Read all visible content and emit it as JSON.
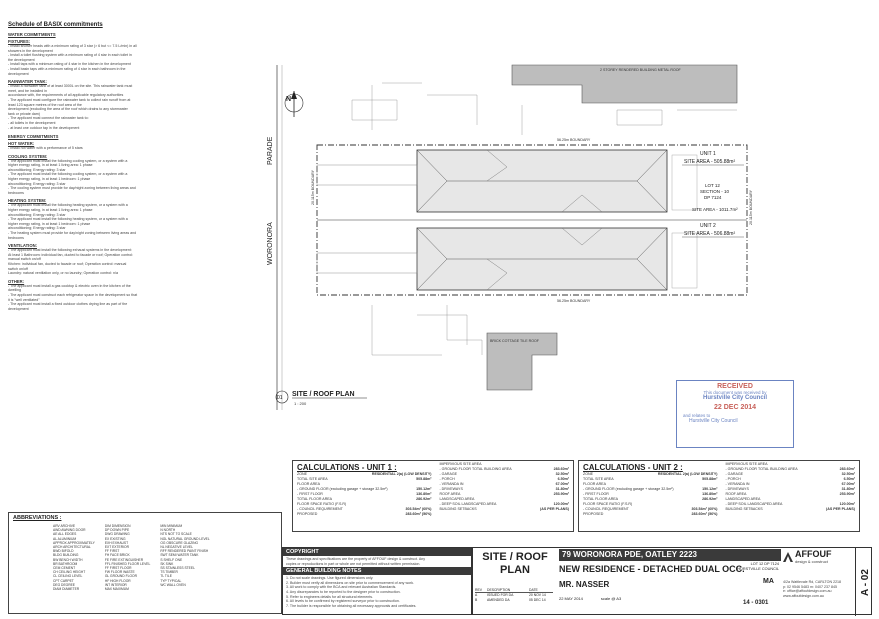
{
  "basix": {
    "title": "Schedule of BASIX commitments",
    "water_heading": "WATER COMMITMENTS",
    "fixtures_heading": "FIXTURES:",
    "fixtures_lines": [
      "- Install shower heads with a minimum rating of 3 star (> 6 but <= 7.5 L/min) in all",
      "  showers in the development",
      "- Install a toilet flushing system with a minimum rating of 4 star in each toilet in",
      "  the development",
      "- Install taps with a minimum rating of 4 star in the kitchen in the development",
      "- Install basin taps with a minimum rating of 4 star in each bathroom in the",
      "  development"
    ],
    "rainwater_heading": "RAINWATER TANK:",
    "rainwater_lines": [
      "- Install a rainwater tank of at least 3000L on the site. This rainwater tank must",
      "  meet, and be installed in",
      "  accordance with, the requirements of all applicable regulatory authorities",
      "- The applicant must configure the rainwater tank to collect rain runoff from at",
      "  least 123 square metres of the roof area of the",
      "  development (excluding the area of the roof which drains to any stormwater",
      "  tank or private dam)",
      "- The applicant must connect the rainwater tank to:",
      "  - all toilets in the development",
      "  - at least one outdoor tap in the development"
    ],
    "energy_heading": "ENERGY COMMITMENTS",
    "hot_water_heading": "HOT WATER:",
    "hot_water_lines": [
      "- Install hot water with a performance of 5 stars"
    ],
    "cooling_heading": "COOLING SYSTEM:",
    "cooling_lines": [
      "- The applicant must install the following cooling system, or a system with a",
      "  higher energy rating, in at least 1 living area: 1 phase",
      "  airconditioning; Energy rating: 3 star",
      "- The applicant must install the following cooling system, or a system with a",
      "  higher energy rating, in at least 1 bedroom: 1 phase",
      "  airconditioning; Energy rating: 3 star",
      "- The cooling system must provide for day/night zoning between living areas and",
      "  bedrooms"
    ],
    "heating_heading": "HEATING SYSTEM:",
    "heating_lines": [
      "- The applicant must install the following heating system, or a system with a",
      "  higher energy rating, in at least 1 living area: 1 phase",
      "  airconditioning; Energy rating: 3 star",
      "- The applicant must install the following heating system, or a system with a",
      "  higher energy rating, in at least 1 bedroom: 1 phase",
      "  airconditioning; Energy rating: 3 star",
      "- The heating system must provide for day/night zoning between living areas and",
      "  bedrooms"
    ],
    "ventilation_heading": "VENTILATION:",
    "ventilation_lines": [
      "- The applicant must install the following exhaust systems in the development:",
      "  At least 1 Bathroom: individual fan, ducted to facade or roof; Operation control:",
      "  manual switch on/off",
      "  Kitchen: individual fan, ducted to facade or roof; Operation control: manual",
      "  switch on/off",
      "  Laundry: natural ventilation only, or no laundry; Operation control: n/a"
    ],
    "other_heading": "OTHER:",
    "other_lines": [
      "- The applicant must install a gas cooktop & electric oven in the kitchen of the",
      "  dwelling",
      "- The applicant must construct each refrigerator space in the development so that",
      "  it is \"well ventilated\"",
      "- The applicant must install a fixed outdoor clothes drying line as part of the",
      "  development"
    ]
  },
  "plan": {
    "street_parade": "PARADE",
    "street_woronora": "WORONORA",
    "north_label": "N",
    "neighbour_top": "2 STOREY RENDERED BUILDING METAL ROOF",
    "neighbour_bottom": "BRICK COTTAGE TILE ROOF",
    "boundary_top": "56.25m BOUNDARY",
    "boundary_bottom": "56.25m BOUNDARY",
    "boundary_right": "20.115m BOUNDARY",
    "boundary_left": "20.115m BOUNDARY",
    "unit1_label": "UNIT 1",
    "unit1_area": "SITE AREA - 505.88m²",
    "unit2_label": "UNIT 2",
    "unit2_area": "SITE AREA - 506.88m²",
    "lot_info": [
      "LOT 12",
      "SECTION - 10",
      "DP 7124"
    ],
    "site_area_total": "SITE AREA - 1011.7m²",
    "title": "SITE / ROOF PLAN",
    "scale": "1 : 200",
    "detail_no": "01"
  },
  "stamp": {
    "line1": "RECEIVED",
    "line2": "This document was received by",
    "line3": "Hurstville City Council",
    "date": "22 DEC 2014",
    "line5": "and relates to",
    "line6": "Hurstville City Council"
  },
  "calc1": {
    "title": "CALCULATIONS - UNIT 1 :",
    "left_rows": [
      [
        "ZONE",
        "RESIDENTIAL 2(a) (LOW DENSITY)"
      ],
      [
        "TOTAL SITE AREA",
        "505.88m²"
      ],
      [
        "FLOOR AREA",
        ""
      ],
      [
        "- GROUND FLOOR (excluding garage + storage 32.5m²)",
        "150.12m²"
      ],
      [
        "- FIRST FLOOR",
        "136.80m²"
      ],
      [
        "TOTAL FLOOR AREA",
        "286.92m²"
      ],
      [
        "FLOOR SPACE RATIO (F.S.R)",
        ""
      ],
      [
        "- COUNCIL REQUIREMENT",
        "303.54m² (60%)"
      ],
      [
        "PROPOSED",
        "283.60m² (56%)"
      ]
    ],
    "right_rows": [
      [
        "IMPERVIOUS SITE AREA",
        ""
      ],
      [
        "- GROUND FLOOR TOTAL BUILDING AREA",
        "283.60m²"
      ],
      [
        "- GARAGE",
        "32.50m²"
      ],
      [
        "- PORCH",
        "6.50m²"
      ],
      [
        "- VERANDA IN",
        "67.00m²"
      ],
      [
        "- DRIVEWAYS",
        "31.80m²"
      ],
      [
        "ROOF AREA",
        "253.90m²"
      ],
      [
        "LANDSCAPED AREA",
        ""
      ],
      [
        "- DEEP SOIL LANDSCAPED AREA",
        "120.00m²"
      ],
      [
        "BUILDING SETBACKS",
        "(AS PER PLANS)"
      ]
    ]
  },
  "calc2": {
    "title": "CALCULATIONS - UNIT 2 :",
    "left_rows": [
      [
        "ZONE",
        "RESIDENTIAL 2(a) (LOW DENSITY)"
      ],
      [
        "TOTAL SITE AREA",
        "505.88m²"
      ],
      [
        "FLOOR AREA",
        ""
      ],
      [
        "- GROUND FLOOR (excluding garage + storage 32.5m²)",
        "150.12m²"
      ],
      [
        "- FIRST FLOOR",
        "136.80m²"
      ],
      [
        "TOTAL FLOOR AREA",
        "286.92m²"
      ],
      [
        "FLOOR SPACE RATIO (F.S.R)",
        ""
      ],
      [
        "- COUNCIL REQUIREMENT",
        "303.54m² (60%)"
      ],
      [
        "PROPOSED",
        "283.60m² (56%)"
      ]
    ],
    "right_rows": [
      [
        "IMPERVIOUS SITE AREA",
        ""
      ],
      [
        "- GROUND FLOOR TOTAL BUILDING AREA",
        "283.60m²"
      ],
      [
        "- GARAGE",
        "32.50m²"
      ],
      [
        "- PORCH",
        "6.50m²"
      ],
      [
        "- VERANDA IN",
        "67.00m²"
      ],
      [
        "- DRIVEWAYS",
        "31.80m²"
      ],
      [
        "ROOF AREA",
        "253.90m²"
      ],
      [
        "LANDSCAPED AREA",
        ""
      ],
      [
        "- DEEP SOIL LANDSCAPED AREA",
        "120.00m²"
      ],
      [
        "BUILDING SETBACKS",
        "(AS PER PLANS)"
      ]
    ]
  },
  "abbreviations": {
    "title": "ABBREVIATIONS :",
    "col1": [
      "ARV  ARCHIVE",
      "AWD  AWNING DOOR",
      "AE   ALL EDGES",
      "AL   ALUMINIUM",
      "APPROX APPROXIMATELY",
      "ARCH ARCHITECTURAL",
      "BWD  BIFOLD",
      "BLDG BUILDING",
      "BW   BENCH WIDTH",
      "BR   BATHROOM",
      "CEM  CEMENT",
      "CH   CEILING HEIGHT",
      "CL   CEILING LEVEL",
      "CPT  CARPET",
      "DEG  DEGREE",
      "DIAM DIAMETER"
    ],
    "col2": [
      "DIM  DIMENSION",
      "DP   DOWN PIPE",
      "DWG  DRAWING",
      "EX   EXISTING",
      "EXH  EXHAUST",
      "EXT  EXTERIOR",
      "FF   FIRST",
      "FH   FACE BRICK",
      "FE   FIRE EXTINGUISHER",
      "FFL  FINISHED FLOOR LEVEL",
      "FF   FIRST FLOOR",
      "FW   FLOOR WASTE",
      "GL   GROUND FLOOR",
      "HF   HIGH FLOOR",
      "INT  INTERIOR",
      "MAX  MAXIMUM"
    ],
    "col3": [
      "MIN  MINIMUM",
      "N    NORTH",
      "NTS  NOT TO SCALE",
      "NGL  NATURAL GROUND LEVEL",
      "OG   OBSCURE GLAZING",
      "NL   NEGATIVE LEVEL",
      "RFF  RENDERED PAINT FINISH",
      "SWT  SEMI WATER TANK",
      "S    SHELF ONE",
      "SK   SINK",
      "SS   STAINLESS STEEL",
      "TS   TIMBER",
      "TL   TILE",
      "TYP  TYPICAL",
      "WC   WALL OVEN"
    ]
  },
  "copyright": {
    "title": "COPYRIGHT",
    "text": [
      "These drawings and specifications are the property of AFFOUF design & construct. Any",
      "copies or reproductions in part or whole are not permitted without written permission."
    ]
  },
  "notes": {
    "title": "GENERAL BUILDING NOTES",
    "lines": [
      "1. Do not scale drawings. Use figured dimensions only.",
      "2. Builder must verify all dimensions on site prior to commencement of any work.",
      "3. All work to comply with the BCA and relevant Australian Standards.",
      "4. Any discrepancies to be reported to the designer prior to construction.",
      "5. Refer to engineers details for all structural elements.",
      "6. All levels to be confirmed by registered surveyor prior to construction.",
      "7. The builder is responsible for obtaining all necessary approvals and certificates."
    ]
  },
  "title_block": {
    "drawing_title": "SITE / ROOF PLAN",
    "address": "79 WORONORA PDE, OATLEY 2223",
    "project": "NEW RESIDENCE - DETACHED DUAL OCC.",
    "client": "MR. NASSER",
    "lot": "LOT 12  DP 7124",
    "council": "HURSTVILLE COUNCIL",
    "date": "22 MAY 2014",
    "scale": "scale @ A3",
    "revision": "MA",
    "job_no": "14 - 0301",
    "sheet": "A - 02",
    "revisions": [
      [
        "A",
        "ISSUED FOR DA",
        "20 NOV 14"
      ],
      [
        "B",
        "AMENDED DA",
        "05 DEC 14"
      ]
    ],
    "rev_header": [
      "REV",
      "DESCRIPTION",
      "DATE"
    ]
  },
  "company": {
    "name": "AFFOUF",
    "tagline": "design & construct",
    "contact": [
      "4/2a Wattlevale Rd, CARLTON 2218",
      "p: 02 9546 5483   m: 0407 237 845",
      "e: office@affoufdesign.com.au",
      "www.affoufdesign.com.au"
    ]
  },
  "colors": {
    "ink": "#222222",
    "neighbour_fill": "#bdbdbd",
    "stamp_blue": "#6b84c2",
    "stamp_red": "#c8625b"
  }
}
